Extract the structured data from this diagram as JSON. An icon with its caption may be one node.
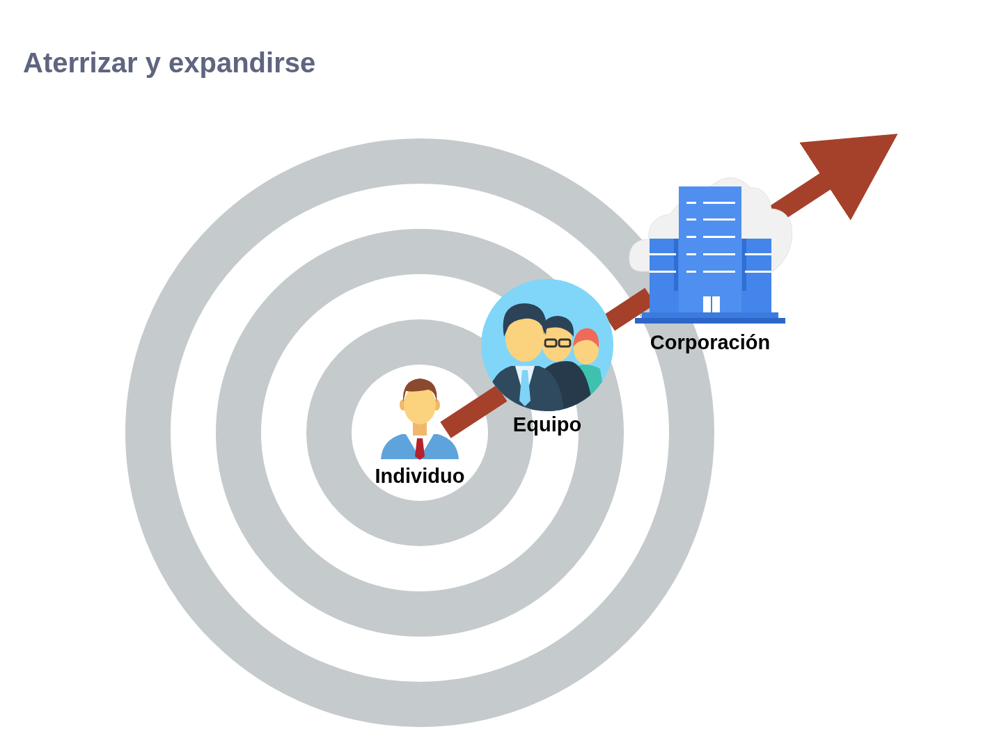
{
  "diagram": {
    "title": "Aterrizar y expandirse",
    "nodes": [
      {
        "text": [
          "Individuo"
        ]
      },
      {
        "text": [
          "Equipo"
        ]
      },
      {
        "text": [
          "Corporación"
        ]
      }
    ],
    "edges": [
      {
        "from": 0,
        "to": 1,
        "arrow": "none"
      },
      {
        "from": 1,
        "to": 2,
        "arrow": "none"
      },
      {
        "from": 2,
        "to": null,
        "arrow": "to"
      }
    ]
  }
}
